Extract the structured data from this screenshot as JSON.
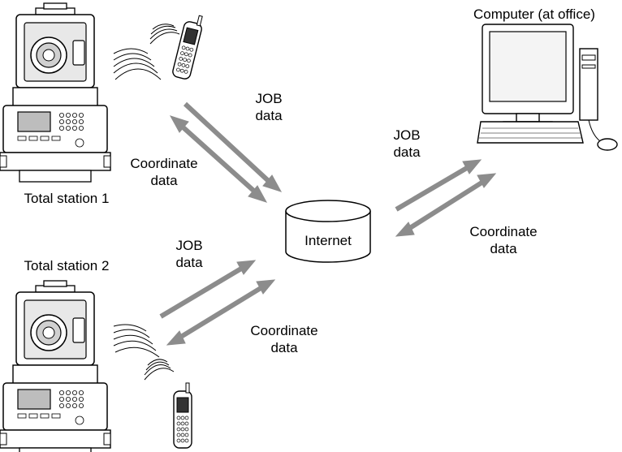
{
  "labels": {
    "computer": "Computer (at office)",
    "total_station_1": "Total station 1",
    "total_station_2": "Total station 2",
    "internet": "Internet",
    "job_top_1": "JOB",
    "job_top_2": "data",
    "coord_top_1": "Coordinate",
    "coord_top_2": "data",
    "job_right_1": "JOB",
    "job_right_2": "data",
    "coord_right_1": "Coordinate",
    "coord_right_2": "data",
    "job_bottom_1": "JOB",
    "job_bottom_2": "data",
    "coord_bottom_1": "Coordinate",
    "coord_bottom_2": "data"
  },
  "colors": {
    "arrow": "#8c8c8c",
    "line": "#000000",
    "fill": "#ffffff",
    "shade": "#d9d9d9"
  },
  "icons": {
    "station": "surveying-total-station-icon",
    "phone": "mobile-phone-icon",
    "signal": "wireless-signal-icon",
    "computer": "desktop-computer-icon",
    "cloud": "internet-database-cylinder-icon"
  }
}
